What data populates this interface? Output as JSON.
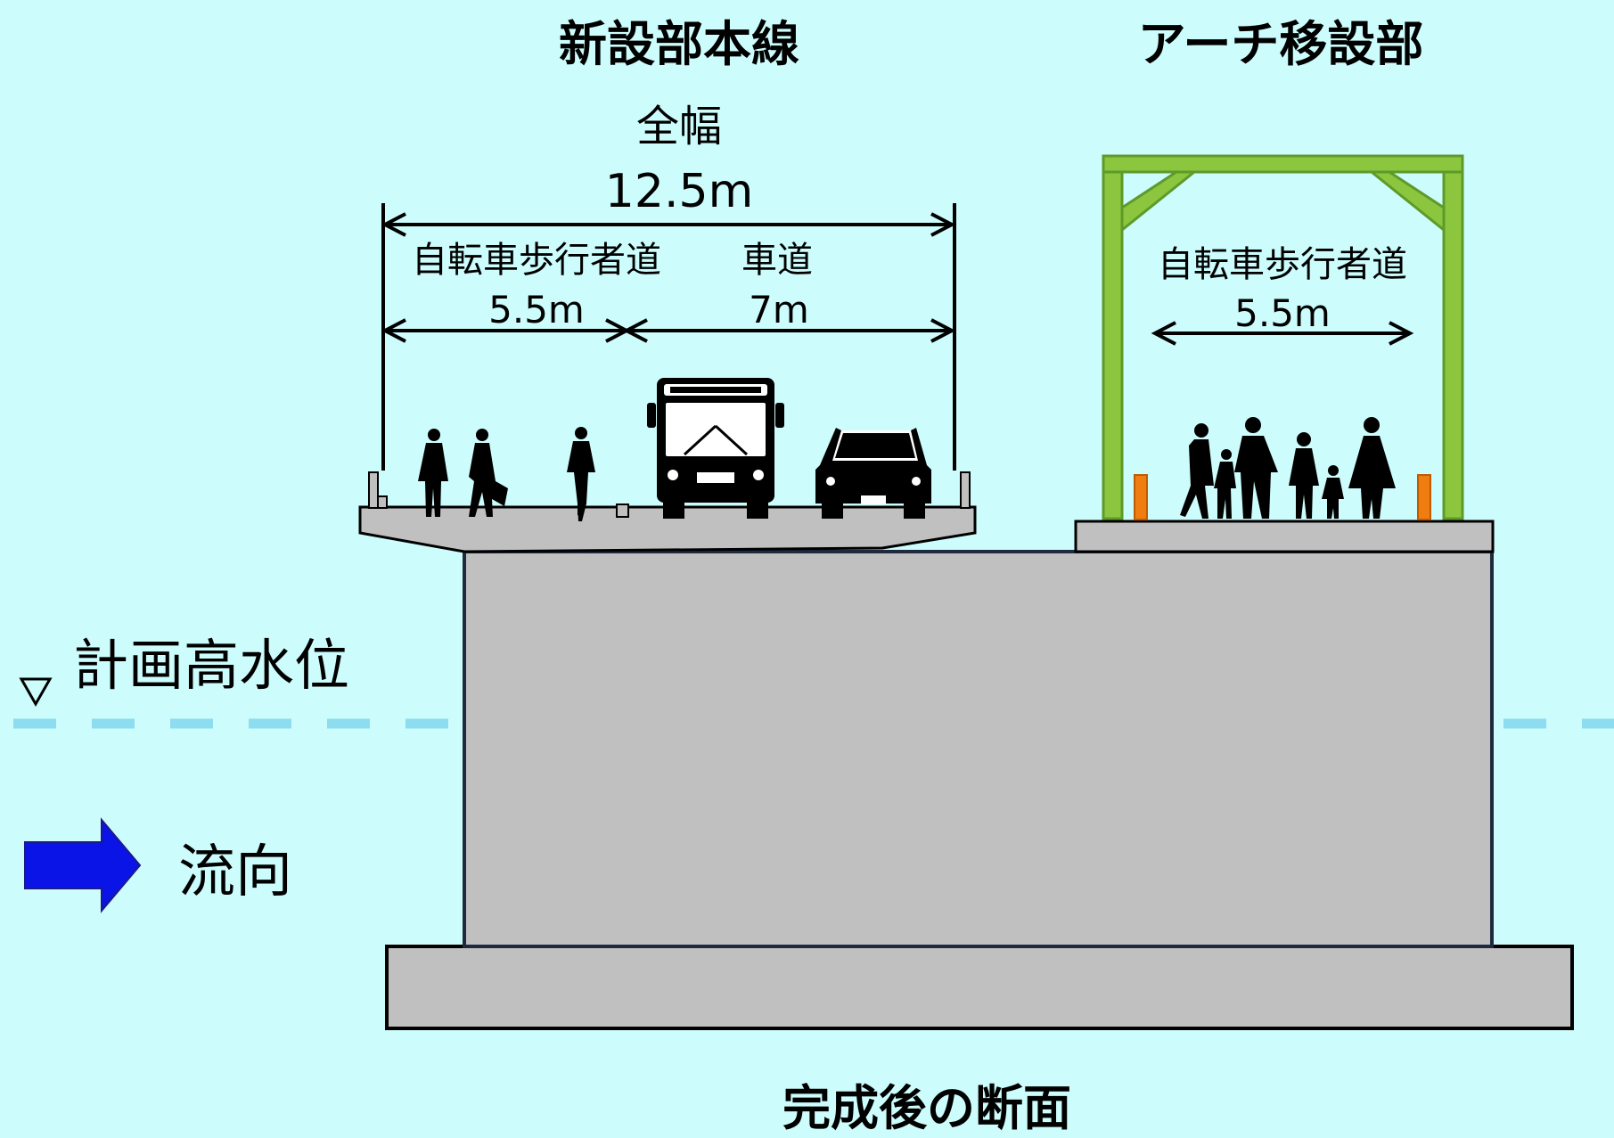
{
  "titles": {
    "main_line": "新設部本線",
    "arch_section": "アーチ移設部",
    "caption": "完成後の断面"
  },
  "main_line": {
    "total_width_label": "全幅",
    "total_width_value": "12.5m",
    "sidewalk_label": "自転車歩行者道",
    "sidewalk_width": "5.5m",
    "roadway_label": "車道",
    "roadway_width": "7m"
  },
  "arch": {
    "sidewalk_label": "自転車歩行者道",
    "sidewalk_width": "5.5m"
  },
  "legend": {
    "water_level_label": "計画高水位",
    "water_level_symbol": "▽",
    "flow_label": "流向"
  },
  "colors": {
    "background": "#ccfcfc",
    "concrete": "#c0c0c0",
    "water_line": "#8edcf0",
    "arch_green": "#8cc63f",
    "arch_green_dark": "#5e9a2a",
    "flow_arrow": "#0a14e6",
    "bollard": "#f07d10"
  }
}
